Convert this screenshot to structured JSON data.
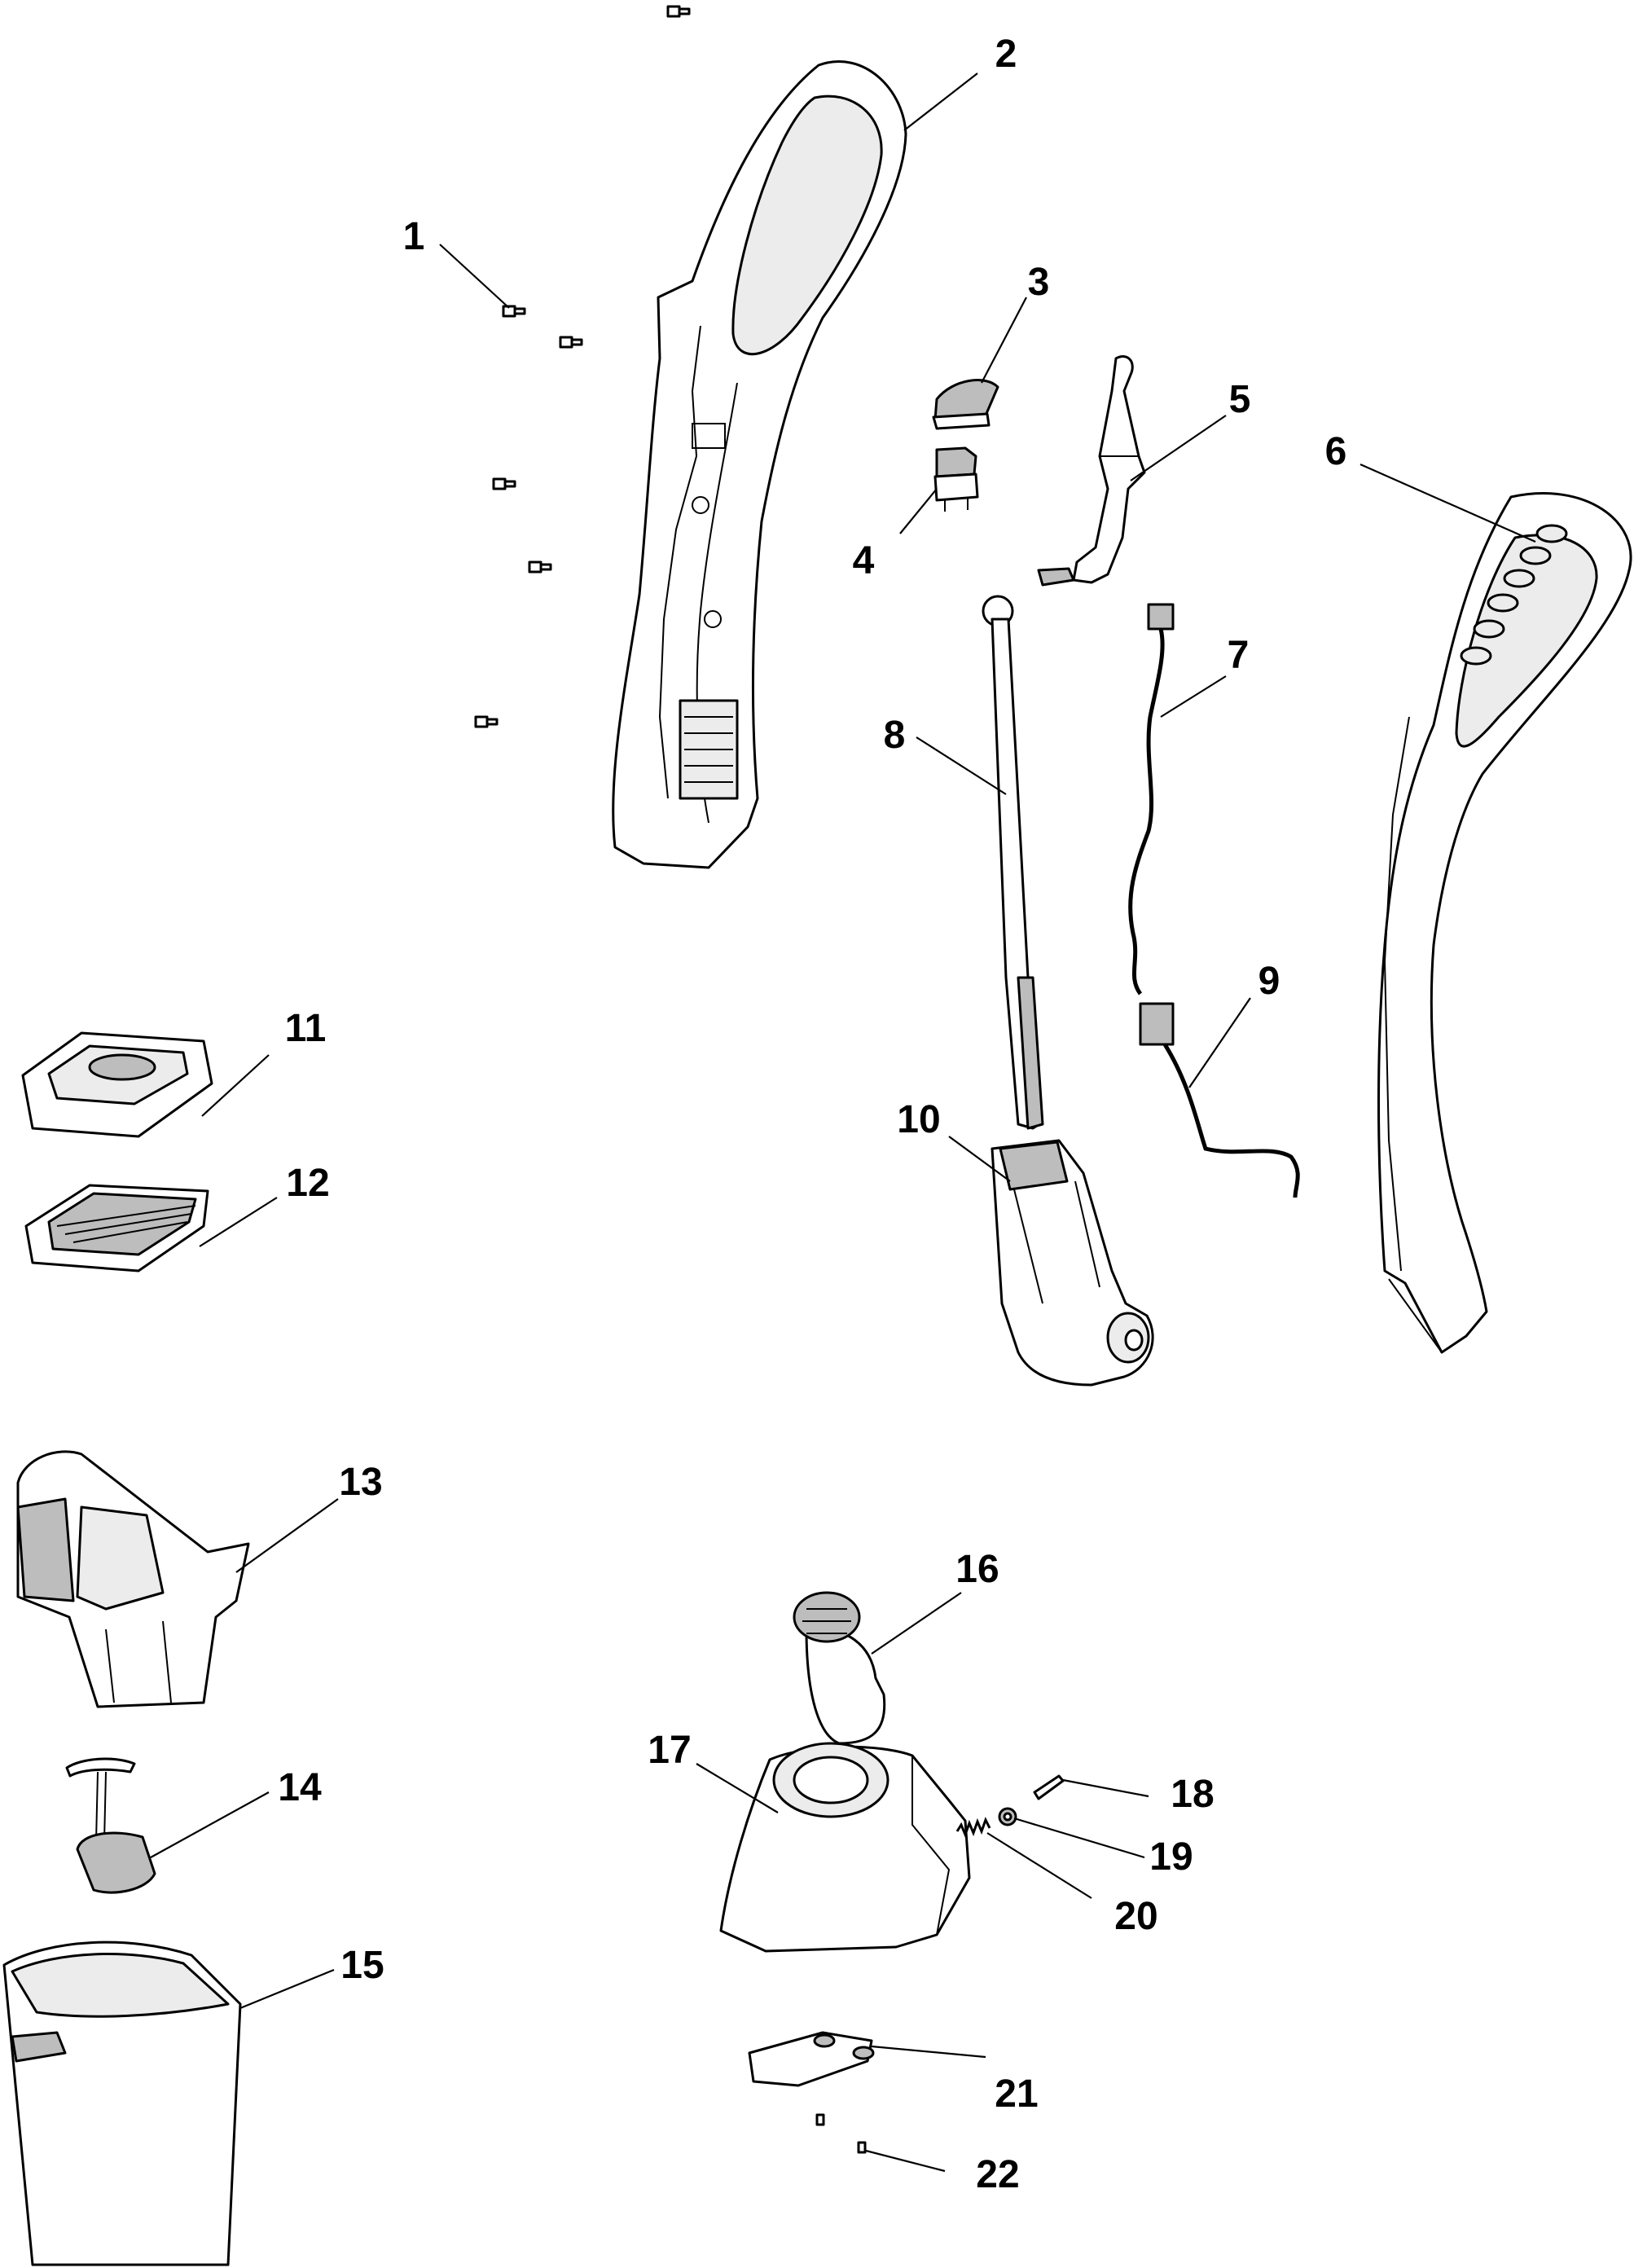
{
  "callouts": [
    {
      "id": 1,
      "text": "1"
    },
    {
      "id": 2,
      "text": "2"
    },
    {
      "id": 3,
      "text": "3"
    },
    {
      "id": 4,
      "text": "4"
    },
    {
      "id": 5,
      "text": "5"
    },
    {
      "id": 6,
      "text": "6"
    },
    {
      "id": 7,
      "text": "7"
    },
    {
      "id": 8,
      "text": "8"
    },
    {
      "id": 9,
      "text": "9"
    },
    {
      "id": 10,
      "text": "10"
    },
    {
      "id": 11,
      "text": "11"
    },
    {
      "id": 12,
      "text": "12"
    },
    {
      "id": 13,
      "text": "13"
    },
    {
      "id": 14,
      "text": "14"
    },
    {
      "id": 15,
      "text": "15"
    },
    {
      "id": 16,
      "text": "16"
    },
    {
      "id": 17,
      "text": "17"
    },
    {
      "id": 18,
      "text": "18"
    },
    {
      "id": 19,
      "text": "19"
    },
    {
      "id": 20,
      "text": "20"
    },
    {
      "id": 21,
      "text": "21"
    },
    {
      "id": 22,
      "text": "22"
    }
  ]
}
